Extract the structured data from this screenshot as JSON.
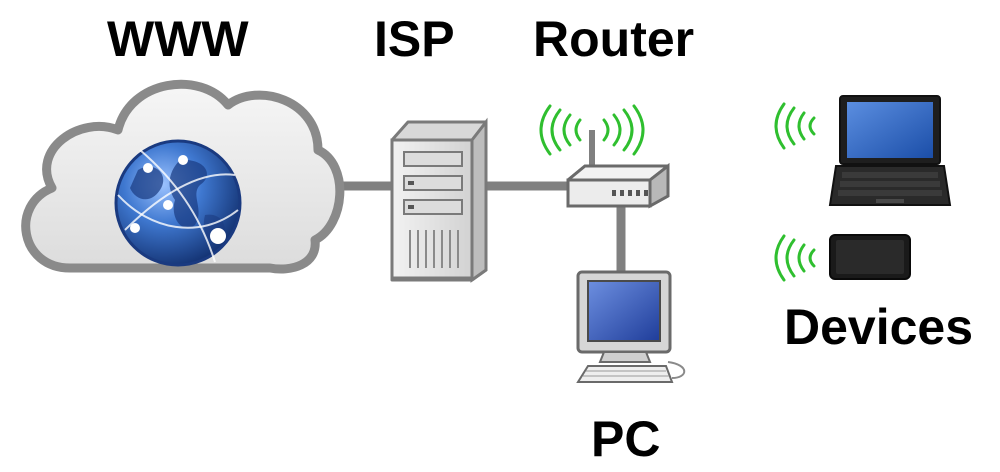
{
  "labels": {
    "www": "WWW",
    "isp": "ISP",
    "router": "Router",
    "devices": "Devices",
    "pc": "PC"
  },
  "colors": {
    "wifi": "#2fbf2f",
    "cable": "#808080",
    "cloud_fill": "#e9e9e9",
    "cloud_outline": "#808080",
    "globe": "#2b5aa8",
    "device_dark": "#1e1e1e",
    "screen_blue": "#3a6fc8"
  },
  "icons": [
    "cloud-icon",
    "globe-icon",
    "server-icon",
    "router-icon",
    "pc-icon",
    "laptop-icon",
    "tablet-icon",
    "wifi-icon"
  ]
}
